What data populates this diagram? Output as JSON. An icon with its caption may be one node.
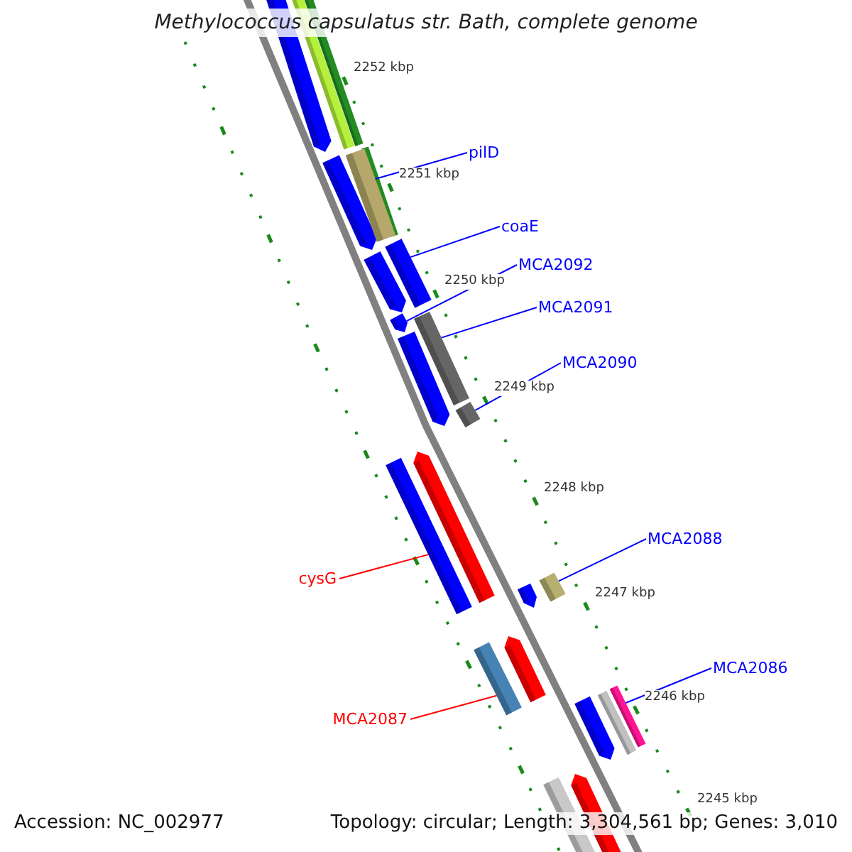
{
  "diagram": {
    "title": "Methylococcus capsulatus str. Bath, complete genome",
    "nodes": [
      {
        "text": [
          "pilD"
        ]
      },
      {
        "text": [
          "coaE"
        ]
      },
      {
        "text": [
          "MCA2092"
        ]
      },
      {
        "text": [
          "MCA2091"
        ]
      },
      {
        "text": [
          "MCA2090"
        ]
      },
      {
        "text": [
          "cysG"
        ]
      },
      {
        "text": [
          "MCA2088"
        ]
      },
      {
        "text": [
          "MCA2086"
        ]
      },
      {
        "text": [
          "MCA2087"
        ]
      },
      {
        "text": [],
        "shape": "bar"
      },
      {
        "text": [],
        "shape": "bar"
      },
      {
        "text": [],
        "shape": "arrow"
      },
      {
        "text": [],
        "shape": "bar"
      },
      {
        "text": [],
        "shape": "bar"
      },
      {
        "text": [],
        "shape": "bar"
      },
      {
        "text": [],
        "shape": "bar"
      },
      {
        "text": [],
        "shape": "bar"
      },
      {
        "text": [],
        "shape": "bar"
      }
    ],
    "edges": [
      {
        "from": 0,
        "to": 9,
        "arrow": "none"
      },
      {
        "from": 1,
        "to": 10,
        "arrow": "none"
      },
      {
        "from": 2,
        "to": 11,
        "arrow": "none"
      },
      {
        "from": 3,
        "to": 12,
        "arrow": "none"
      },
      {
        "from": 4,
        "to": 13,
        "arrow": "none"
      },
      {
        "from": 5,
        "to": 14,
        "arrow": "none",
        "color": "#ff0000"
      },
      {
        "from": 6,
        "to": 15,
        "arrow": "none"
      },
      {
        "from": 7,
        "to": 17,
        "arrow": "none"
      },
      {
        "from": 8,
        "to": 16,
        "arrow": "none",
        "color": "#ff0000"
      }
    ],
    "labels": [
      "2252 kbp",
      "2251 kbp",
      "2250 kbp",
      "2249 kbp",
      "2248 kbp",
      "2247 kbp",
      "2246 kbp",
      "2245 kbp",
      "Accession: NC_002977",
      "Topology: circular; Length: 3,304,561 bp; Genes: 3,010"
    ]
  }
}
